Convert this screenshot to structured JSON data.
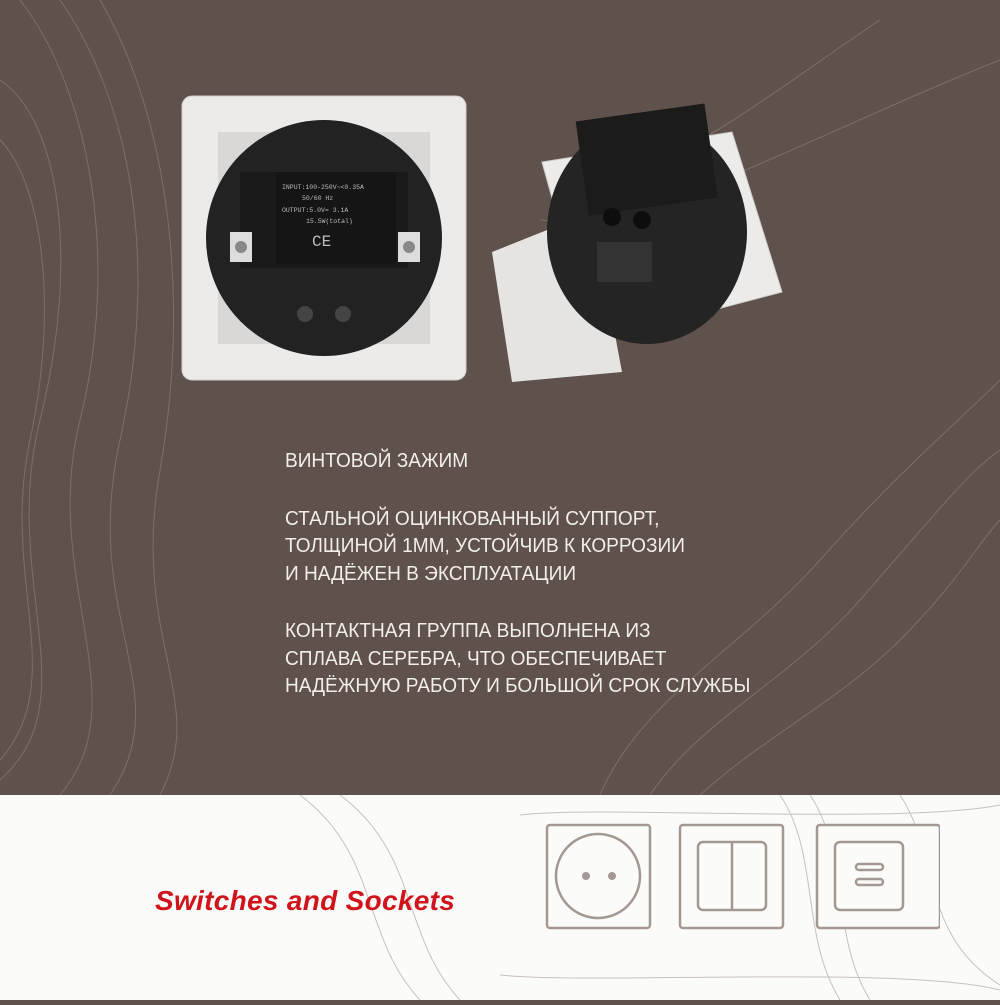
{
  "features": [
    {
      "lines": [
        "ВИНТОВОЙ ЗАЖИМ"
      ]
    },
    {
      "lines": [
        "СТАЛЬНОЙ ОЦИНКОВАННЫЙ СУППОРТ,",
        "ТОЛЩИНОЙ 1ММ, УСТОЙЧИВ К КОРРОЗИИ",
        "И НАДЁЖЕН В ЭКСПЛУАТАЦИИ"
      ]
    },
    {
      "lines": [
        "КОНТАКТНАЯ ГРУППА ВЫПОЛНЕНА ИЗ",
        "СПЛАВА СЕРЕБРА, ЧТО ОБЕСПЕЧИВАЕТ",
        "НАДЁЖНУЮ РАБОТУ И БОЛЬШОЙ СРОК СЛУЖБЫ"
      ]
    }
  ],
  "brand": {
    "label": "Switches and Sockets",
    "color": "#d0141b"
  },
  "product_label": {
    "input": "INPUT:100-250V~<0.35A",
    "freq": "50/60 Hz",
    "output": "OUTPUT:5.0V= 3.1A",
    "power": "15.5W(total)",
    "mark": "CE"
  },
  "icons": [
    "socket-icon",
    "double-switch-icon",
    "usb-socket-icon"
  ],
  "colors": {
    "background": "#5f514b",
    "band": "#fbfbfa",
    "icon_stroke": "#a39892"
  }
}
